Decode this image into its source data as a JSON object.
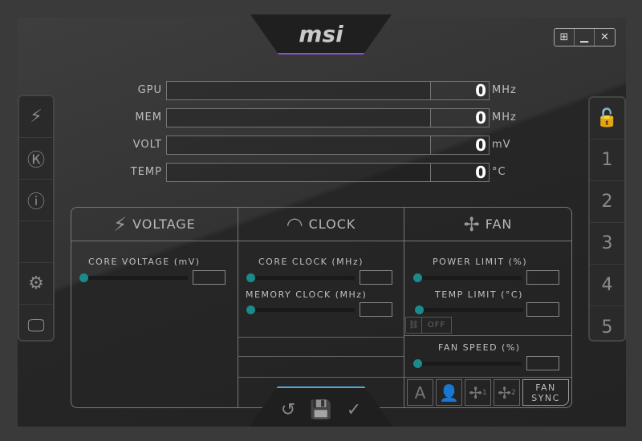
{
  "brand": "msi",
  "window_controls": {
    "windows": "⊞",
    "minimize": "▁",
    "close": "✕"
  },
  "left_sidebar": [
    {
      "icon": "kombustor-icon",
      "glyph": "⚡"
    },
    {
      "icon": "k-boost-icon",
      "glyph": "Ⓚ"
    },
    {
      "icon": "info-icon",
      "glyph": "ⓘ"
    },
    {
      "icon": "settings-icon",
      "glyph": "⚙"
    },
    {
      "icon": "monitor-icon",
      "glyph": "🖵"
    }
  ],
  "right_sidebar": {
    "lock": "🔓",
    "profiles": [
      "1",
      "2",
      "3",
      "4",
      "5"
    ]
  },
  "monitors": [
    {
      "label": "GPU",
      "value": "0",
      "unit": "MHz"
    },
    {
      "label": "MEM",
      "value": "0",
      "unit": "MHz"
    },
    {
      "label": "VOLT",
      "value": "0",
      "unit": "mV"
    },
    {
      "label": "TEMP",
      "value": "0",
      "unit": "°C"
    }
  ],
  "sections": {
    "voltage": {
      "title": "VOLTAGE",
      "core_voltage": "CORE VOLTAGE  (mV)"
    },
    "clock": {
      "title": "CLOCK",
      "core_clock": "CORE CLOCK (MHz)",
      "memory_clock": "MEMORY CLOCK (MHz)"
    },
    "fan": {
      "title": "FAN",
      "power_limit": "POWER LIMIT (%)",
      "temp_limit": "TEMP LIMIT (°C)",
      "link_off": "OFF",
      "fan_speed": "FAN SPEED (%)",
      "auto": "A",
      "fan1": "1",
      "fan2": "2",
      "fan_sync": "FAN SYNC"
    }
  },
  "bottom_actions": {
    "reset": "↺",
    "save": "💾",
    "apply": "✓"
  },
  "accent": "#1a8a8a"
}
